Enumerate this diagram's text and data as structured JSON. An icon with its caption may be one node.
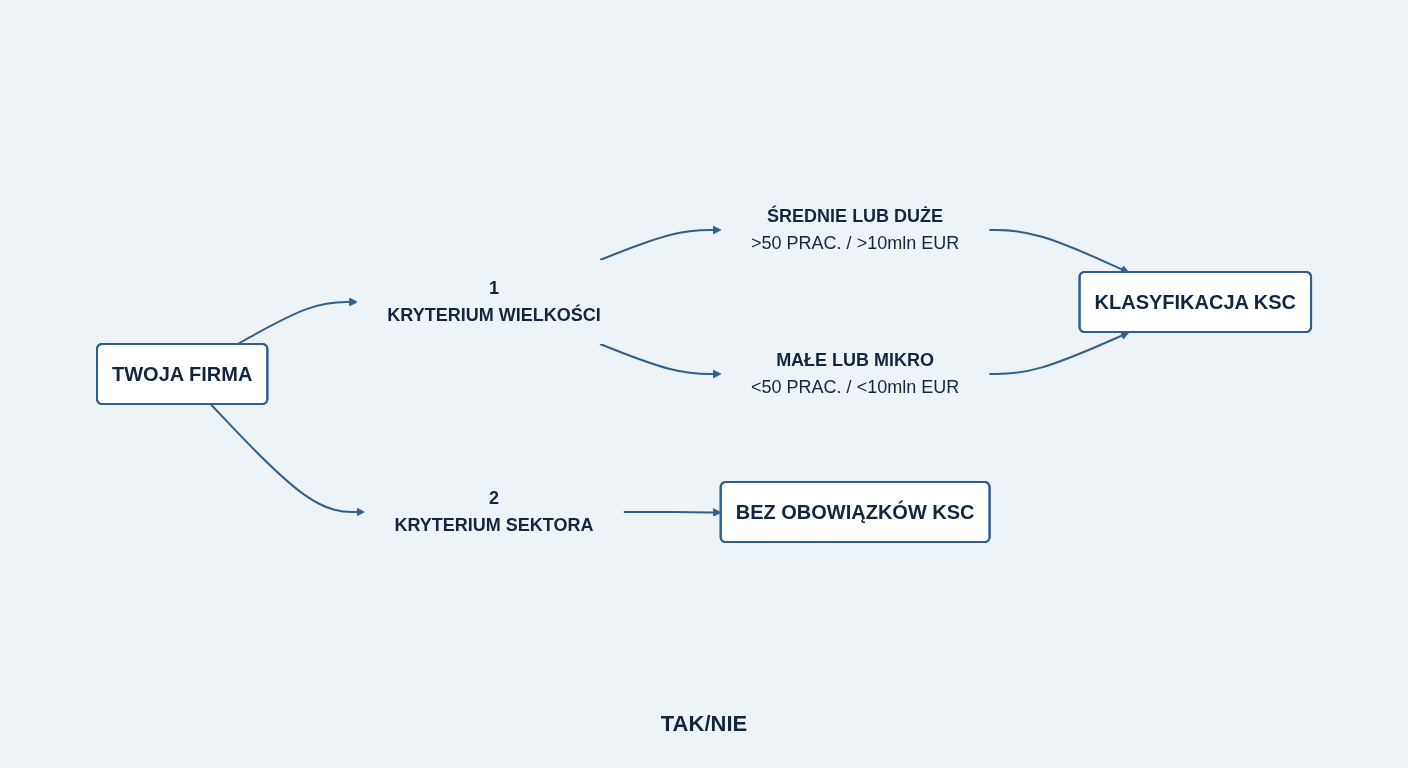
{
  "diagram": {
    "nodes": [
      {
        "text": [
          "TWOJA FIRMA"
        ]
      },
      {
        "text": [
          "1",
          "KRYTERIUM WIELKOŚCI"
        ]
      },
      {
        "text": [
          "ŚREDNIE LUB DUŻE",
          ">50 PRAC. / >10mln EUR"
        ]
      },
      {
        "text": [
          "MAŁE LUB MIKRO",
          "<50 PRAC. / <10mln EUR"
        ]
      },
      {
        "text": [
          "KLASYFIKACJA KSC"
        ]
      },
      {
        "text": [
          "2",
          "KRYTERIUM SEKTORA"
        ]
      },
      {
        "text": [
          "BEZ OBOWIĄZKÓW KSC"
        ]
      }
    ],
    "edges": [
      {
        "from": 0,
        "to": 1,
        "arrow": "to"
      },
      {
        "from": 0,
        "to": 5,
        "arrow": "to"
      },
      {
        "from": 1,
        "to": 2,
        "arrow": "to"
      },
      {
        "from": 1,
        "to": 3,
        "arrow": "to"
      },
      {
        "from": 2,
        "to": 4,
        "arrow": "to"
      },
      {
        "from": 3,
        "to": 4,
        "arrow": "to"
      },
      {
        "from": 5,
        "to": 6,
        "arrow": "to"
      }
    ],
    "labels": [
      "TAK/NIE"
    ]
  }
}
